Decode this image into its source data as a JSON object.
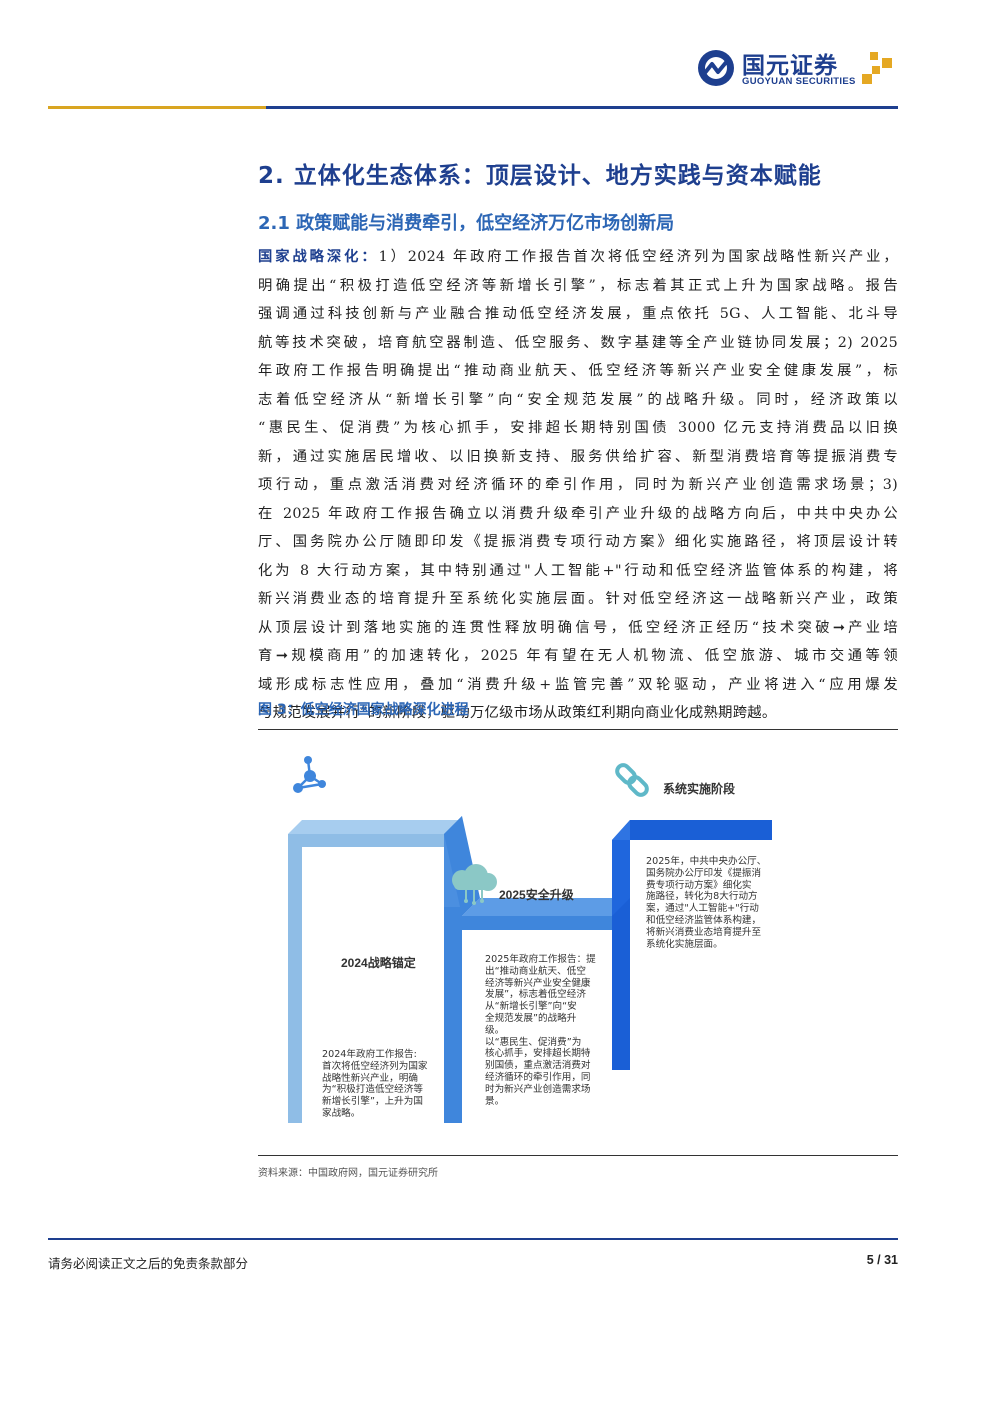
{
  "header": {
    "logo_cn": "国元证券",
    "logo_en": "GUOYUAN SECURITIES"
  },
  "section_title": "2. 立体化生态体系：顶层设计、地方实践与资本赋能",
  "subsection_title": "2.1 政策赋能与消费牵引，低空经济万亿市场创新局",
  "paragraph": {
    "lead": "国家战略深化：",
    "lines": [
      "1）2024 年政府工作报告首次将低空经济列为国家战略性新兴产业，",
      "明确提出“积极打造低空经济等新增长引擎”，标志着其正式上升为国家战略。报告",
      "强调通过科技创新与产业融合推动低空经济发展，重点依托 5G、人工智能、北斗导",
      "航等技术突破，培育航空器制造、低空服务、数字基建等全产业链协同发展；2) 2025",
      "年政府工作报告明确提出“推动商业航天、低空经济等新兴产业安全健康发展”，标",
      "志着低空经济从“新增长引擎”向“安全规范发展”的战略升级。同时，经济政策以",
      "“惠民生、促消费”为核心抓手，安排超长期特别国债 3000 亿元支持消费品以旧换",
      "新，通过实施居民增收、以旧换新支持、服务供给扩容、新型消费培育等提振消费专",
      "项行动，重点激活消费对经济循环的牵引作用，同时为新兴产业创造需求场景；3)",
      "在 2025 年政府工作报告确立以消费升级牵引产业升级的战略方向后，中共中央办公",
      "厅、国务院办公厅随即印发《提振消费专项行动方案》细化实施路径，将顶层设计转",
      "化为 8 大行动方案，其中特别通过\"人工智能+\"行动和低空经济监管体系的构建，将",
      "新兴消费业态的培育提升至系统化实施层面。针对低空经济这一战略新兴产业，政策",
      "从顶层设计到落地实施的连贯性释放明确信号，低空经济正经历“技术突破➞产业培",
      "育➞规模商用”的加速转化，2025 年有望在无人机物流、低空旅游、城市交通等领",
      "域形成标志性应用，叠加“消费升级+监管完善”双轮驱动，产业将进入“应用爆发",
      "与规范发展并行”的新阶段，驱动万亿级市场从政策红利期向商业化成熟期跨越。"
    ]
  },
  "figure": {
    "title": "图 3：低空经济国家战略深化进程",
    "source": "资料来源：中国政府网，国元证券研究所",
    "stages": [
      {
        "label": "2024战略锚定",
        "icon": "network-nodes-icon",
        "desc": [
          "2024年政府工作报告:",
          "首次将低空经济列为国家",
          "战略性新兴产业，明确",
          "为“积极打造低空经济等",
          "新增长引擎”，上升为国",
          "家战略。"
        ]
      },
      {
        "label": "2025安全升级",
        "icon": "cloud-network-icon",
        "desc": [
          "2025年政府工作报告：提",
          "出“推动商业航天、低空",
          "经济等新兴产业安全健康",
          "发展”，标志着低空经济",
          "从“新增长引擎”向“安",
          "全规范发展”的战略升",
          "级。",
          "以“惠民生、促消费”为",
          "核心抓手，安排超长期特",
          "别国债，重点激活消费对",
          "经济循环的牵引作用，同",
          "时为新兴产业创造需求场",
          "景。"
        ]
      },
      {
        "label": "系统实施阶段",
        "icon": "chain-link-icon",
        "desc": [
          "2025年，中共中央办公厅、",
          "国务院办公厅印发《提振消",
          "费专项行动方案》细化实",
          "施路径，转化为8大行动方",
          "案，通过\"人工智能+\"行动",
          "和低空经济监管体系构建，",
          "将新兴消费业态培育提升至",
          "系统化实施层面。"
        ]
      }
    ],
    "colors": {
      "step_light": "#8fbde6",
      "step_mid": "#3f86dc",
      "step_dark": "#1a5fd6"
    }
  },
  "footer": {
    "disclaimer": "请务必阅读正文之后的免责条款部分",
    "page": "5 / 31"
  }
}
